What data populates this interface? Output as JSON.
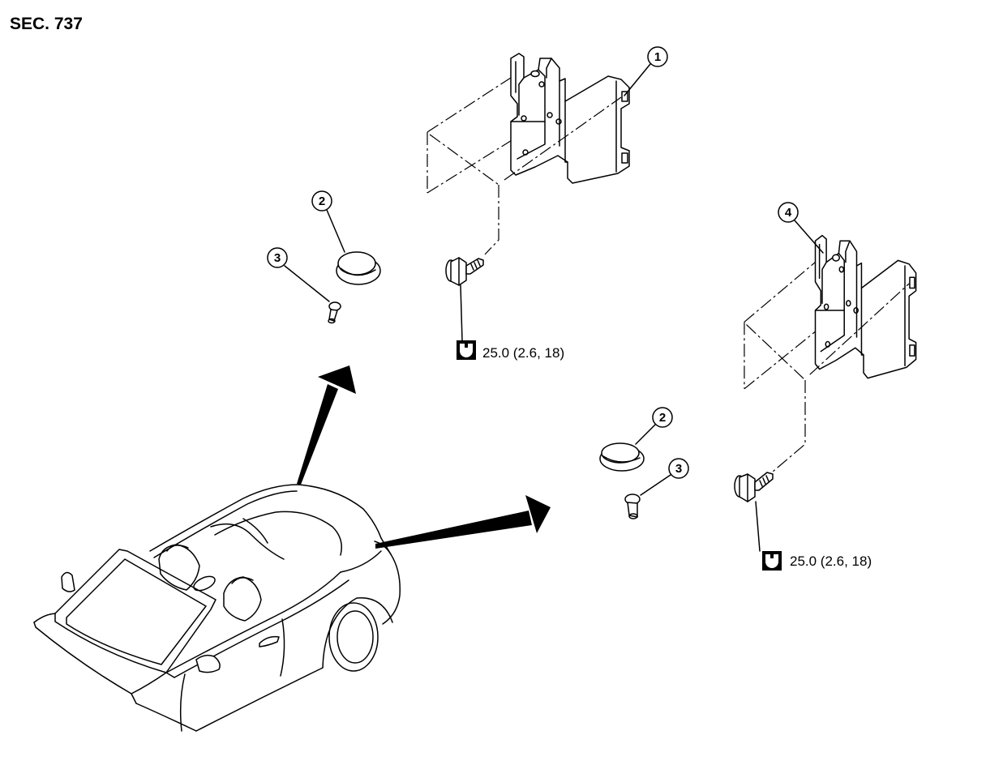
{
  "section": {
    "label": "SEC. 737"
  },
  "callouts": {
    "upper_bracket": "1",
    "upper_grommet": "2",
    "upper_clip": "3",
    "lower_grommet": "2",
    "lower_clip": "3",
    "lower_bracket": "4"
  },
  "torque": {
    "upper": "25.0 (2.6, 18)",
    "lower": "25.0 (2.6, 18)",
    "icon": "torque-wrench-icon"
  },
  "colors": {
    "ink": "#000000",
    "paper": "#ffffff"
  }
}
